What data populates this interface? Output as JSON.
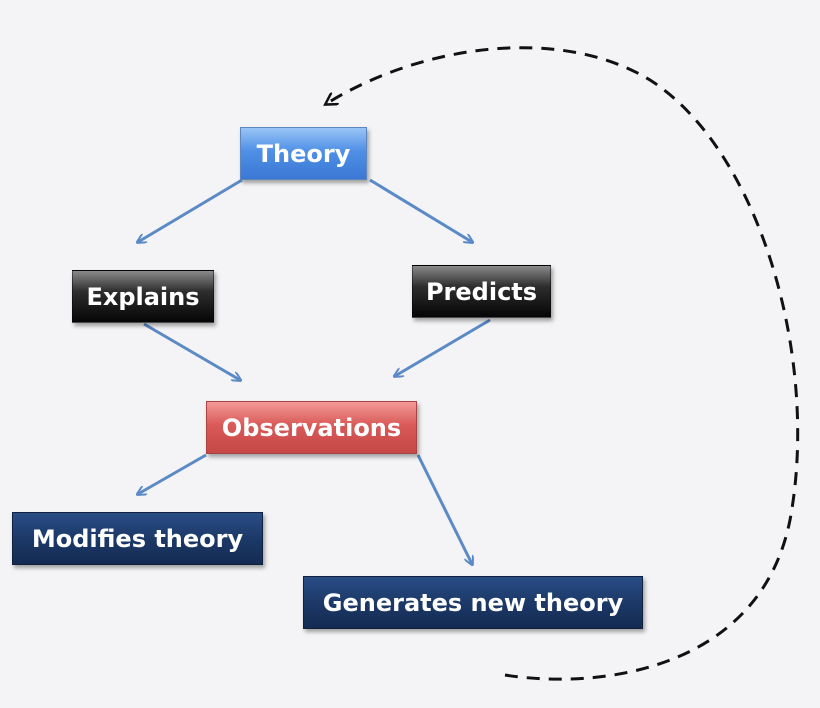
{
  "nodes": {
    "theory": "Theory",
    "explains": "Explains",
    "predicts": "Predicts",
    "observations": "Observations",
    "modifies_theory": "Modifies theory",
    "generates_new_theory": "Generates new theory"
  },
  "colors": {
    "background": "#f4f4f6",
    "theory": "#4f90e6",
    "process_box": "#1a1a1a",
    "observations": "#d95a58",
    "outcome_box": "#1c3968",
    "arrow": "#5b8ac6",
    "feedback_loop": "#111111"
  },
  "edges": [
    {
      "from": "theory",
      "to": "explains",
      "style": "solid"
    },
    {
      "from": "theory",
      "to": "predicts",
      "style": "solid"
    },
    {
      "from": "explains",
      "to": "observations",
      "style": "solid"
    },
    {
      "from": "predicts",
      "to": "observations",
      "style": "solid"
    },
    {
      "from": "observations",
      "to": "modifies_theory",
      "style": "solid"
    },
    {
      "from": "observations",
      "to": "generates_new_theory",
      "style": "solid"
    },
    {
      "from": "generates_new_theory",
      "to": "theory",
      "style": "dashed"
    }
  ]
}
